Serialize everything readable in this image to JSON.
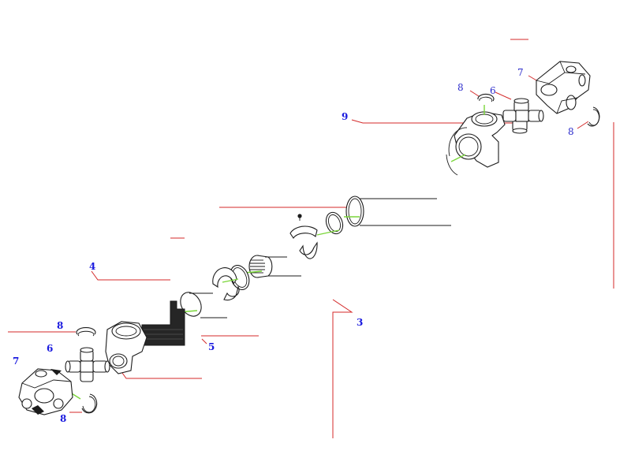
{
  "callouts": {
    "n3": "3",
    "n4": "4",
    "n5": "5",
    "n6_lower": "6",
    "n7_lower": "7",
    "n8_lower_top": "8",
    "n8_lower_bottom": "8",
    "n6_upper": "6",
    "n7_upper": "7",
    "n8_upper_top": "8",
    "n8_upper_bottom": "8",
    "n9": "9"
  },
  "colors": {
    "leader": "#d42a2a",
    "callout": "#1a1adf",
    "highlight": "#7ad63a",
    "ink": "#1b1b1b"
  },
  "icons": {
    "flange_yoke": "flange-yoke-icon",
    "cross_joint": "universal-joint-cross-icon",
    "snap_ring": "snap-ring-icon",
    "slip_yoke": "slip-yoke-icon",
    "tube": "tube-icon",
    "seal": "seal-ring-icon",
    "spline": "spline-shaft-icon",
    "grease_fitting": "grease-fitting-icon"
  }
}
